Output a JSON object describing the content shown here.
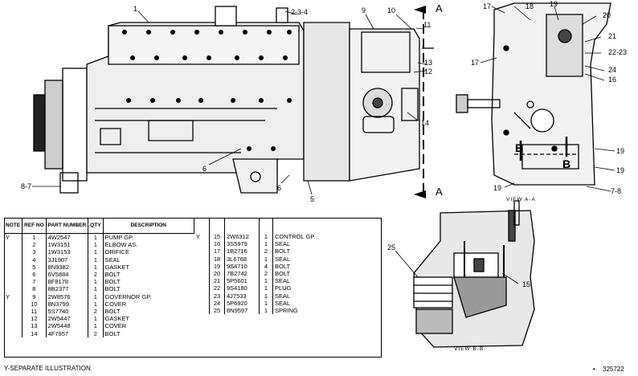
{
  "callouts_main": [
    "1",
    "2-3-4",
    "9",
    "10",
    "11",
    "A",
    "13",
    "12",
    "14",
    "6",
    "6",
    "5",
    "A",
    "8-7"
  ],
  "callouts_view_a": [
    "17",
    "18",
    "19",
    "20",
    "21",
    "22-23",
    "24",
    "16",
    "17",
    "19",
    "19",
    "19",
    "7-8"
  ],
  "section_letters": [
    "B",
    "B"
  ],
  "view_a_label": "VIEW A-A",
  "view_b_label": "VIEW B-B",
  "callouts_view_b": [
    "25",
    "15"
  ],
  "table": {
    "headers": {
      "note": "NOTE",
      "ref": "REF NO",
      "part": "PART NUMBER",
      "qty": "QTY",
      "desc": "DESCRIPTION"
    },
    "left_rows": [
      {
        "note": "Y",
        "ref": "1",
        "part": "4W2547",
        "qty": "1",
        "desc": "PUMP GP."
      },
      {
        "note": "",
        "ref": "2",
        "part": "1W3151",
        "qty": "1",
        "desc": "ELBOW AS."
      },
      {
        "note": "",
        "ref": "3",
        "part": "1W3153",
        "qty": "1",
        "desc": "ORIFICE"
      },
      {
        "note": "",
        "ref": "4",
        "part": "3J1907",
        "qty": "1",
        "desc": "SEAL"
      },
      {
        "note": "",
        "ref": "5",
        "part": "8N9382",
        "qty": "1",
        "desc": "GASKET"
      },
      {
        "note": "",
        "ref": "6",
        "part": "6V5884",
        "qty": "2",
        "desc": "BOLT"
      },
      {
        "note": "",
        "ref": "7",
        "part": "8F8178",
        "qty": "1",
        "desc": "BOLT"
      },
      {
        "note": "",
        "ref": "8",
        "part": "8B2377",
        "qty": "1",
        "desc": "BOLT"
      },
      {
        "note": "Y",
        "ref": "9",
        "part": "2W8576",
        "qty": "1",
        "desc": "GOVERNOR GP."
      },
      {
        "note": "",
        "ref": "10",
        "part": "8N3799",
        "qty": "1",
        "desc": "COVER"
      },
      {
        "note": "",
        "ref": "11",
        "part": "5S7740",
        "qty": "2",
        "desc": "BOLT"
      },
      {
        "note": "",
        "ref": "12",
        "part": "2W5447",
        "qty": "1",
        "desc": "GASKET"
      },
      {
        "note": "",
        "ref": "13",
        "part": "2W5448",
        "qty": "1",
        "desc": "COVER"
      },
      {
        "note": "",
        "ref": "14",
        "part": "4F7957",
        "qty": "2",
        "desc": "BOLT"
      }
    ],
    "right_rows": [
      {
        "note": "Y",
        "ref": "15",
        "part": "2W6312",
        "qty": "1",
        "desc": "CONTROL GP."
      },
      {
        "note": "",
        "ref": "16",
        "part": "3S5979",
        "qty": "1",
        "desc": "SEAL"
      },
      {
        "note": "",
        "ref": "17",
        "part": "1B2716",
        "qty": "2",
        "desc": "BOLT"
      },
      {
        "note": "",
        "ref": "18",
        "part": "3L6768",
        "qty": "1",
        "desc": "SEAL"
      },
      {
        "note": "",
        "ref": "19",
        "part": "9S4710",
        "qty": "4",
        "desc": "BOLT"
      },
      {
        "note": "",
        "ref": "20",
        "part": "7B2742",
        "qty": "2",
        "desc": "BOLT"
      },
      {
        "note": "",
        "ref": "21",
        "part": "5P5601",
        "qty": "1",
        "desc": "SEAL"
      },
      {
        "note": "",
        "ref": "22",
        "part": "9S4180",
        "qty": "1",
        "desc": "PLUG"
      },
      {
        "note": "",
        "ref": "23",
        "part": "4J7533",
        "qty": "1",
        "desc": "SEAL"
      },
      {
        "note": "",
        "ref": "24",
        "part": "5P6920",
        "qty": "1",
        "desc": "SEAL"
      },
      {
        "note": "",
        "ref": "25",
        "part": "8N9597",
        "qty": "1",
        "desc": "SPRING"
      }
    ]
  },
  "footnote": "Y-SEPARATE ILLUSTRATION",
  "figure_number": "325722",
  "figure_bullet": "•"
}
